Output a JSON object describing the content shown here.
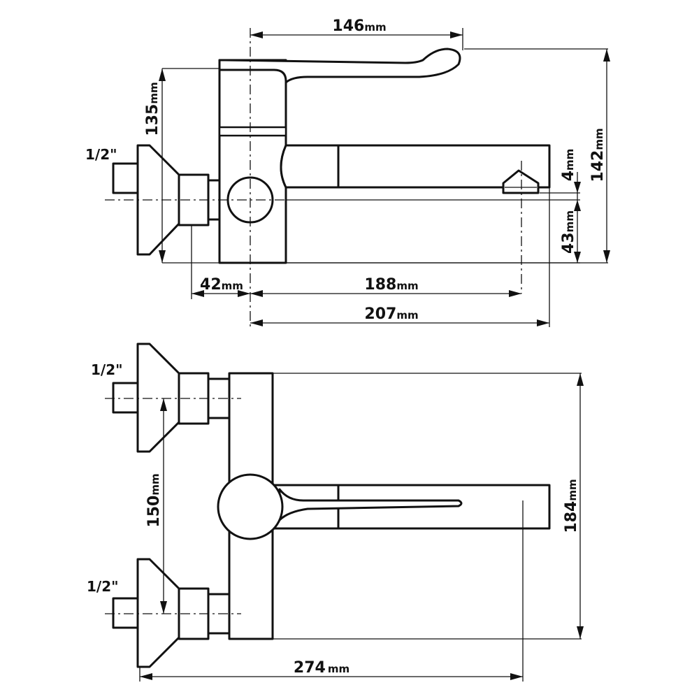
{
  "side_view": {
    "thread_label": "1/2\"",
    "dims": {
      "lever_reach": {
        "value": "146",
        "unit": "mm"
      },
      "body_height": {
        "value": "135",
        "unit": "mm"
      },
      "total_height": {
        "value": "142",
        "unit": "mm"
      },
      "aerator_offset": {
        "value": "4",
        "unit": "mm"
      },
      "spout_height": {
        "value": "43",
        "unit": "mm"
      },
      "inlet_offset": {
        "value": "42",
        "unit": "mm"
      },
      "spout_reach": {
        "value": "188",
        "unit": "mm"
      },
      "total_reach": {
        "value": "207",
        "unit": "mm"
      }
    }
  },
  "top_view": {
    "thread_label_top": "1/2\"",
    "thread_label_bottom": "1/2\"",
    "dims": {
      "inlet_spacing": {
        "value": "150",
        "unit": "mm"
      },
      "body_length": {
        "value": "184",
        "unit": "mm"
      },
      "total_depth": {
        "value": "274",
        "unit": "mm"
      }
    }
  }
}
